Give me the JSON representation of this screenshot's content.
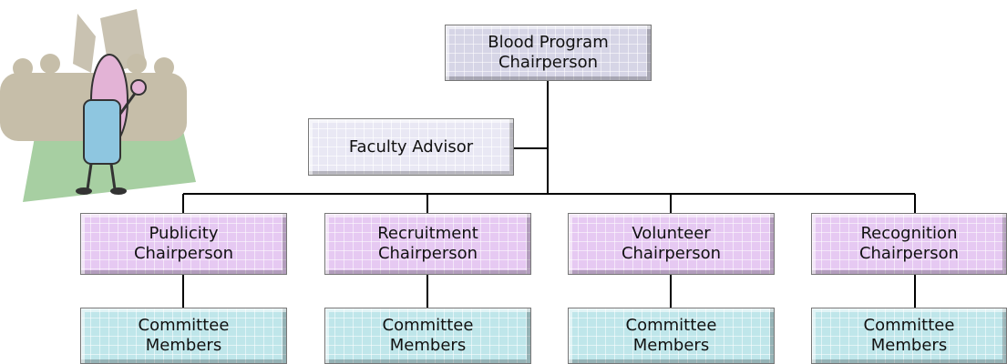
{
  "top": {
    "label": "Blood Program\nChairperson"
  },
  "advisor": {
    "label": "Faculty Advisor"
  },
  "chairs": [
    {
      "label": "Publicity\nChairperson"
    },
    {
      "label": "Recruitment\nChairperson"
    },
    {
      "label": "Volunteer\nChairperson"
    },
    {
      "label": "Recognition\nChairperson"
    }
  ],
  "committees": [
    {
      "label": "Committee\nMembers"
    },
    {
      "label": "Committee\nMembers"
    },
    {
      "label": "Committee\nMembers"
    },
    {
      "label": "Committee\nMembers"
    }
  ],
  "colors": {
    "top_box": "#d6d5e6",
    "advisor_box": "#e9e8f4",
    "chair_box": "#e6c9f2",
    "committee_box": "#bfe6ea",
    "connector": "#000000"
  },
  "icons": {
    "clipart": "person-waving-crowd-icon"
  }
}
